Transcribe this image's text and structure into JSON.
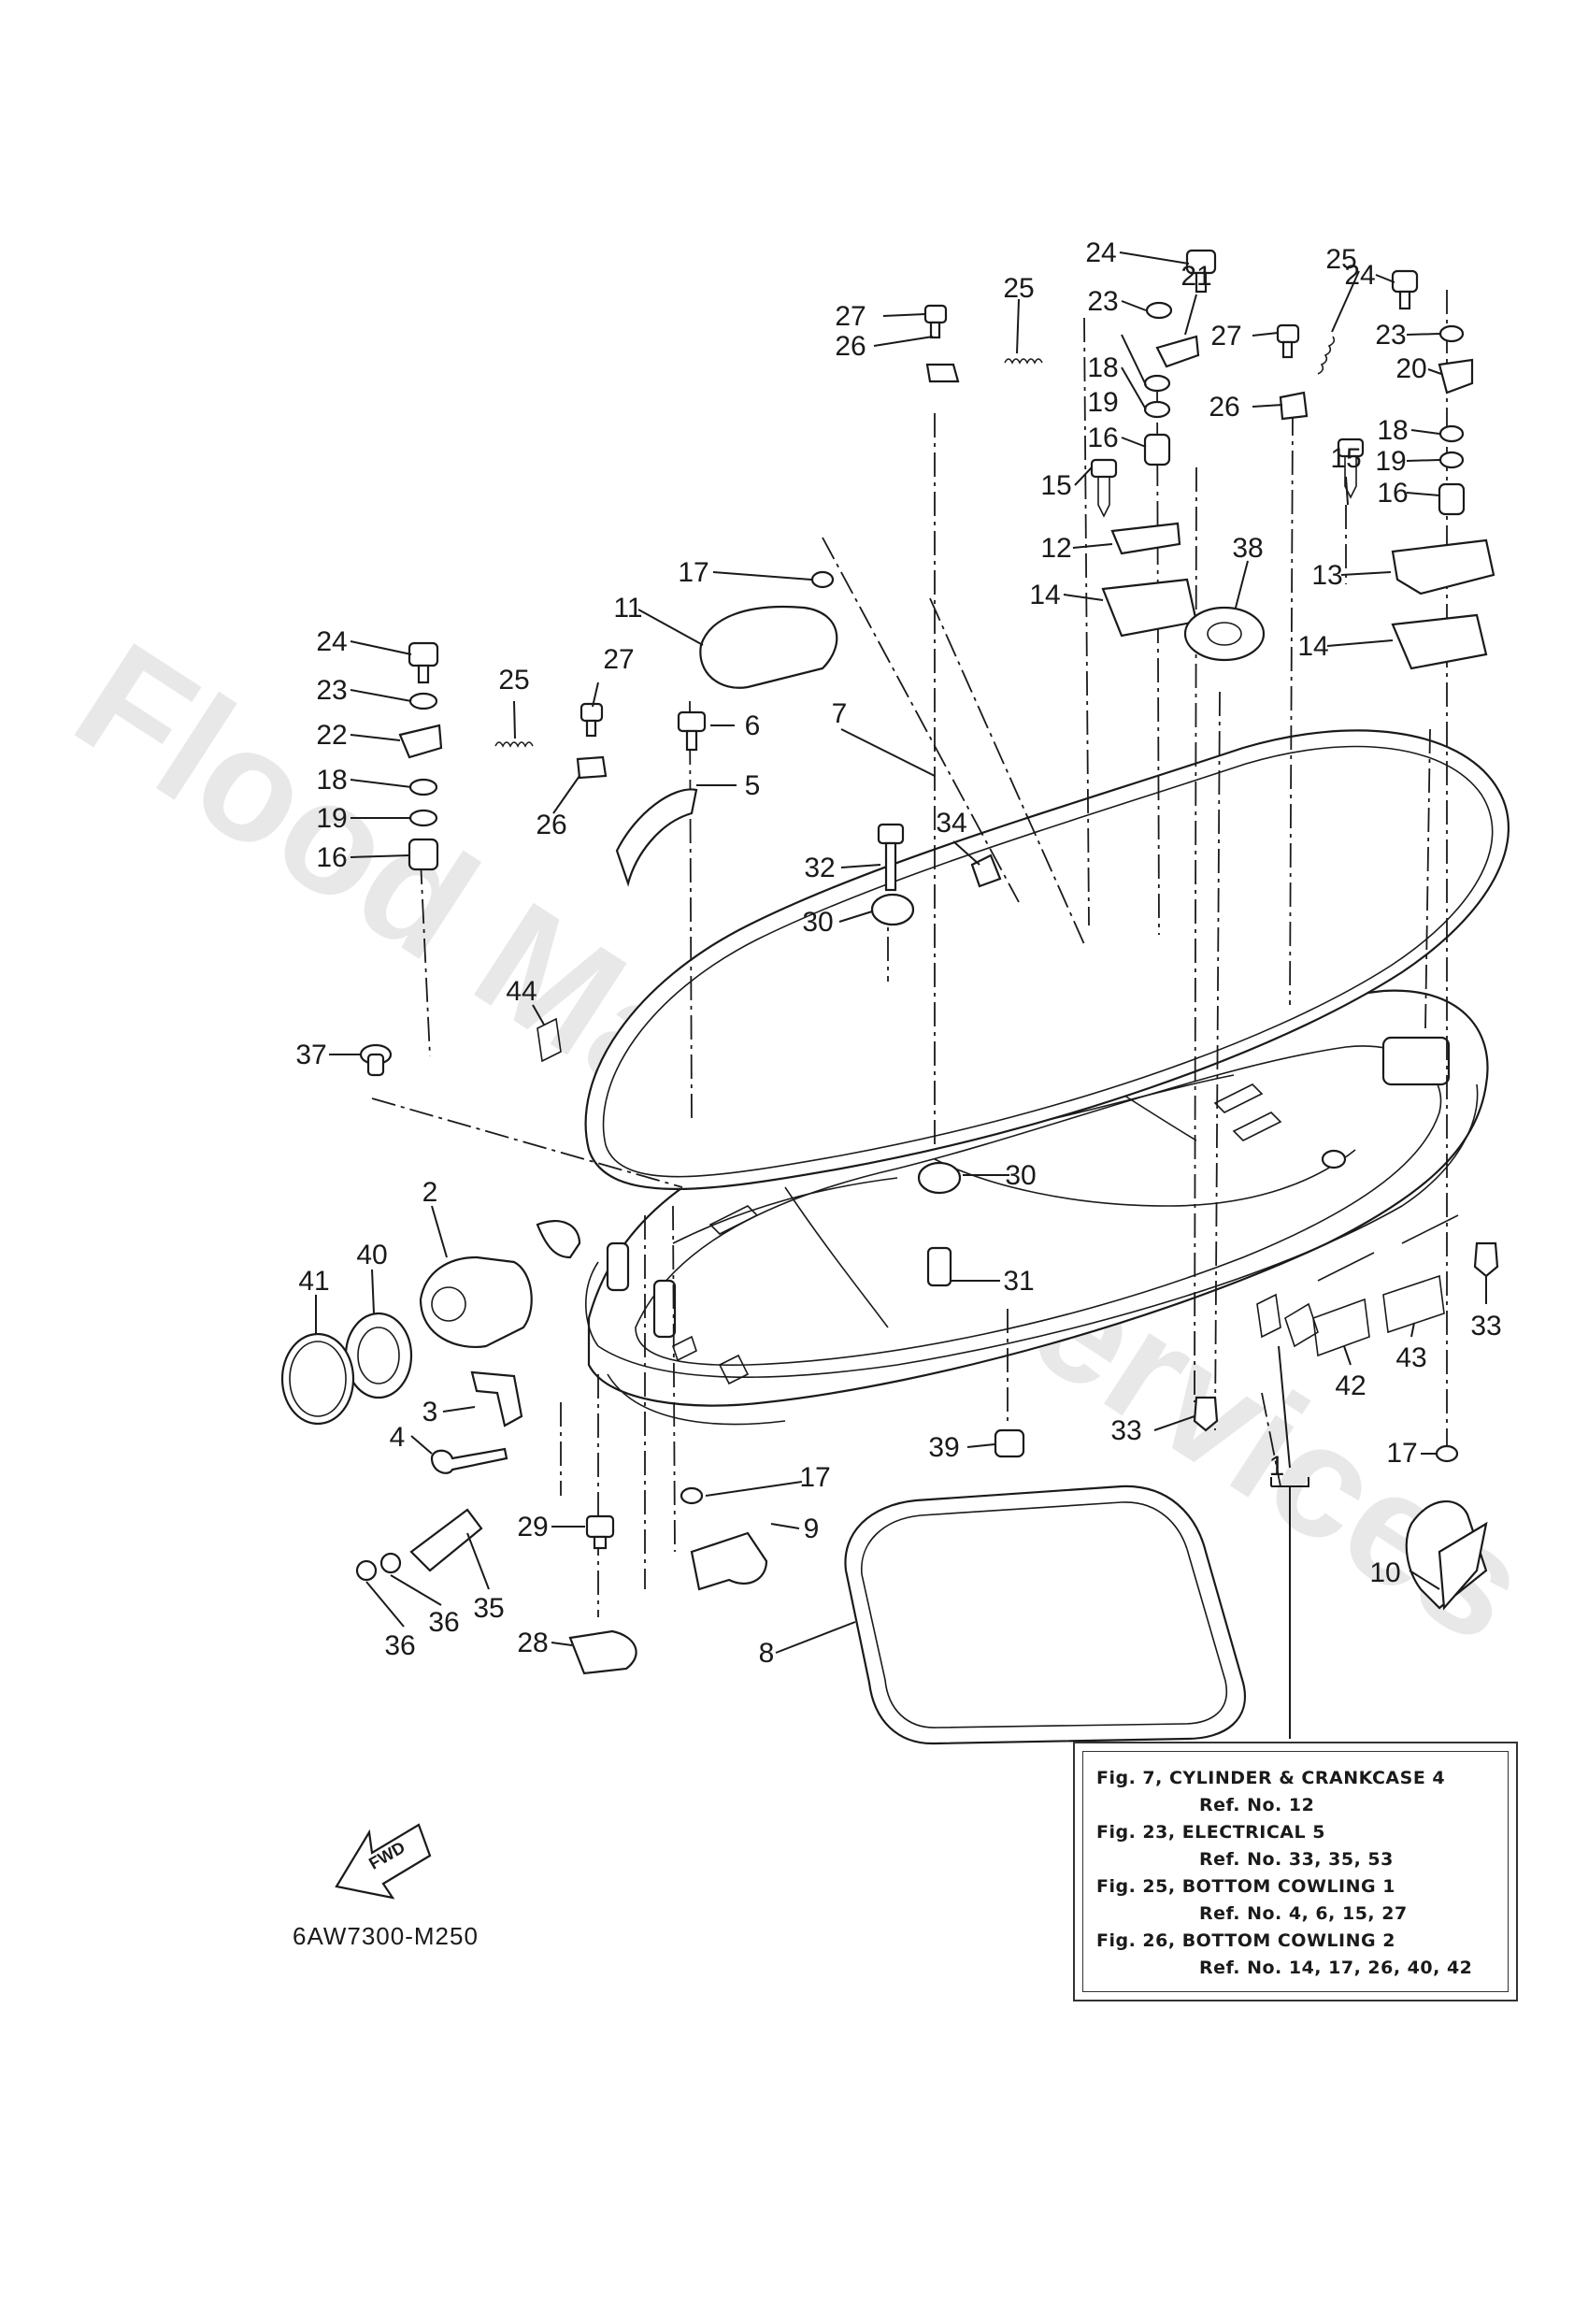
{
  "diagram_code": "6AW7300-M250",
  "fwd_label": "FWD",
  "watermark": "Flood Marine Services",
  "callouts": [
    "1",
    "2",
    "3",
    "4",
    "5",
    "6",
    "7",
    "8",
    "9",
    "10",
    "11",
    "12",
    "13",
    "14",
    "14",
    "15",
    "15",
    "16",
    "16",
    "16",
    "17",
    "17",
    "17",
    "18",
    "18",
    "18",
    "19",
    "19",
    "19",
    "20",
    "21",
    "22",
    "23",
    "23",
    "23",
    "24",
    "24",
    "24",
    "25",
    "25",
    "25",
    "26",
    "26",
    "26",
    "27",
    "27",
    "27",
    "28",
    "29",
    "30",
    "30",
    "31",
    "32",
    "33",
    "33",
    "34",
    "35",
    "36",
    "36",
    "37",
    "38",
    "39",
    "40",
    "41",
    "42",
    "43",
    "44"
  ],
  "references": [
    {
      "fig": "Fig. 7, CYLINDER & CRANKCASE 4",
      "ref": "Ref. No. 12"
    },
    {
      "fig": "Fig. 23, ELECTRICAL 5",
      "ref": "Ref. No. 33, 35, 53"
    },
    {
      "fig": "Fig. 25, BOTTOM COWLING 1",
      "ref": "Ref. No. 4, 6, 15, 27"
    },
    {
      "fig": "Fig. 26, BOTTOM COWLING 2",
      "ref": "Ref. No. 14, 17, 26, 40, 42"
    }
  ]
}
